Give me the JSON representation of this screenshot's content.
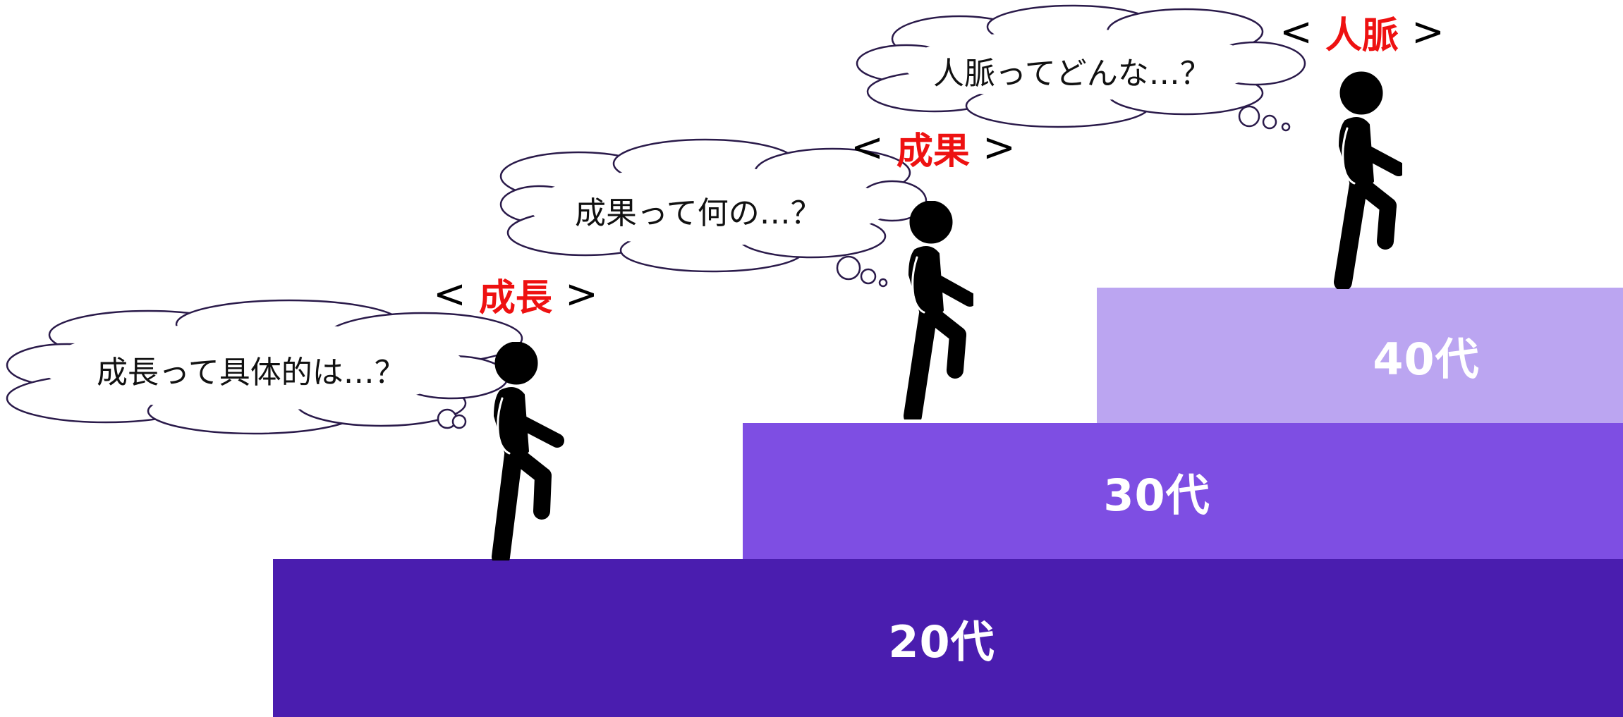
{
  "steps": {
    "age_20": "20代",
    "age_30": "30代",
    "age_40": "40代"
  },
  "themes": {
    "bracket_open": "<",
    "bracket_close": ">",
    "theme_1": "成長",
    "theme_2": "成果",
    "theme_3": "人脈"
  },
  "thoughts": {
    "thought_1": "成長って具体的は…？",
    "thought_2": "成果って何の…？",
    "thought_3": "人脈ってどんな…？"
  },
  "colors": {
    "step_20": "#4a1daf",
    "step_30": "#7e4ee3",
    "step_40": "#bba5f1",
    "theme_word": "#ee1111",
    "figure": "#000000"
  },
  "icons": {
    "figure": "walking-person-icon",
    "cloud": "thought-cloud-icon"
  }
}
